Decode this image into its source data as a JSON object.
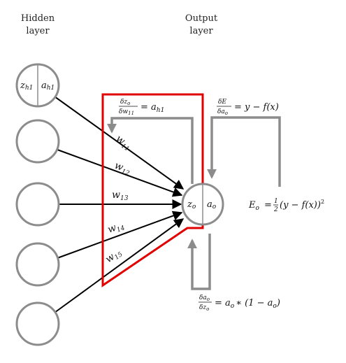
{
  "headers": {
    "hidden_line1": "Hidden",
    "hidden_line2": "layer",
    "output_line1": "Output",
    "output_line2": "layer"
  },
  "hidden_first_node": {
    "z_label": "z",
    "z_sub": "h1",
    "a_label": "a",
    "a_sub": "h1"
  },
  "output_node": {
    "z_label": "z",
    "z_sub": "o",
    "a_label": "a",
    "a_sub": "o"
  },
  "weights": [
    {
      "label": "w",
      "sub": "11"
    },
    {
      "label": "w",
      "sub": "12"
    },
    {
      "label": "w",
      "sub": "13"
    },
    {
      "label": "w",
      "sub": "14"
    },
    {
      "label": "w",
      "sub": "15"
    }
  ],
  "equations": {
    "dz_dw": {
      "num": "δz",
      "num_sub": "o",
      "den": "δw",
      "den_sub": "11",
      "rhs": "= a",
      "rhs_sub": "h1"
    },
    "dE_da": {
      "num": "δE",
      "den": "δa",
      "den_sub": "o",
      "rhs": "= y − f(x)"
    },
    "Eo": {
      "lhs": "E",
      "lhs_sub": "o",
      "eq": "=",
      "frac_num": "1",
      "frac_den": "2",
      "rest": "(y − f(x))",
      "sup": "2"
    },
    "da_dz": {
      "num": "δa",
      "num_sub": "o",
      "den": "δz",
      "den_sub": "o",
      "rhs": "= a",
      "rhs_sub": "o",
      "rest": "∗ (1 − a",
      "rest_sub": "o",
      "close": ")"
    }
  },
  "colors": {
    "node_stroke": "#8c8c8c",
    "edge": "#000000",
    "highlight_box": "#e00000"
  }
}
